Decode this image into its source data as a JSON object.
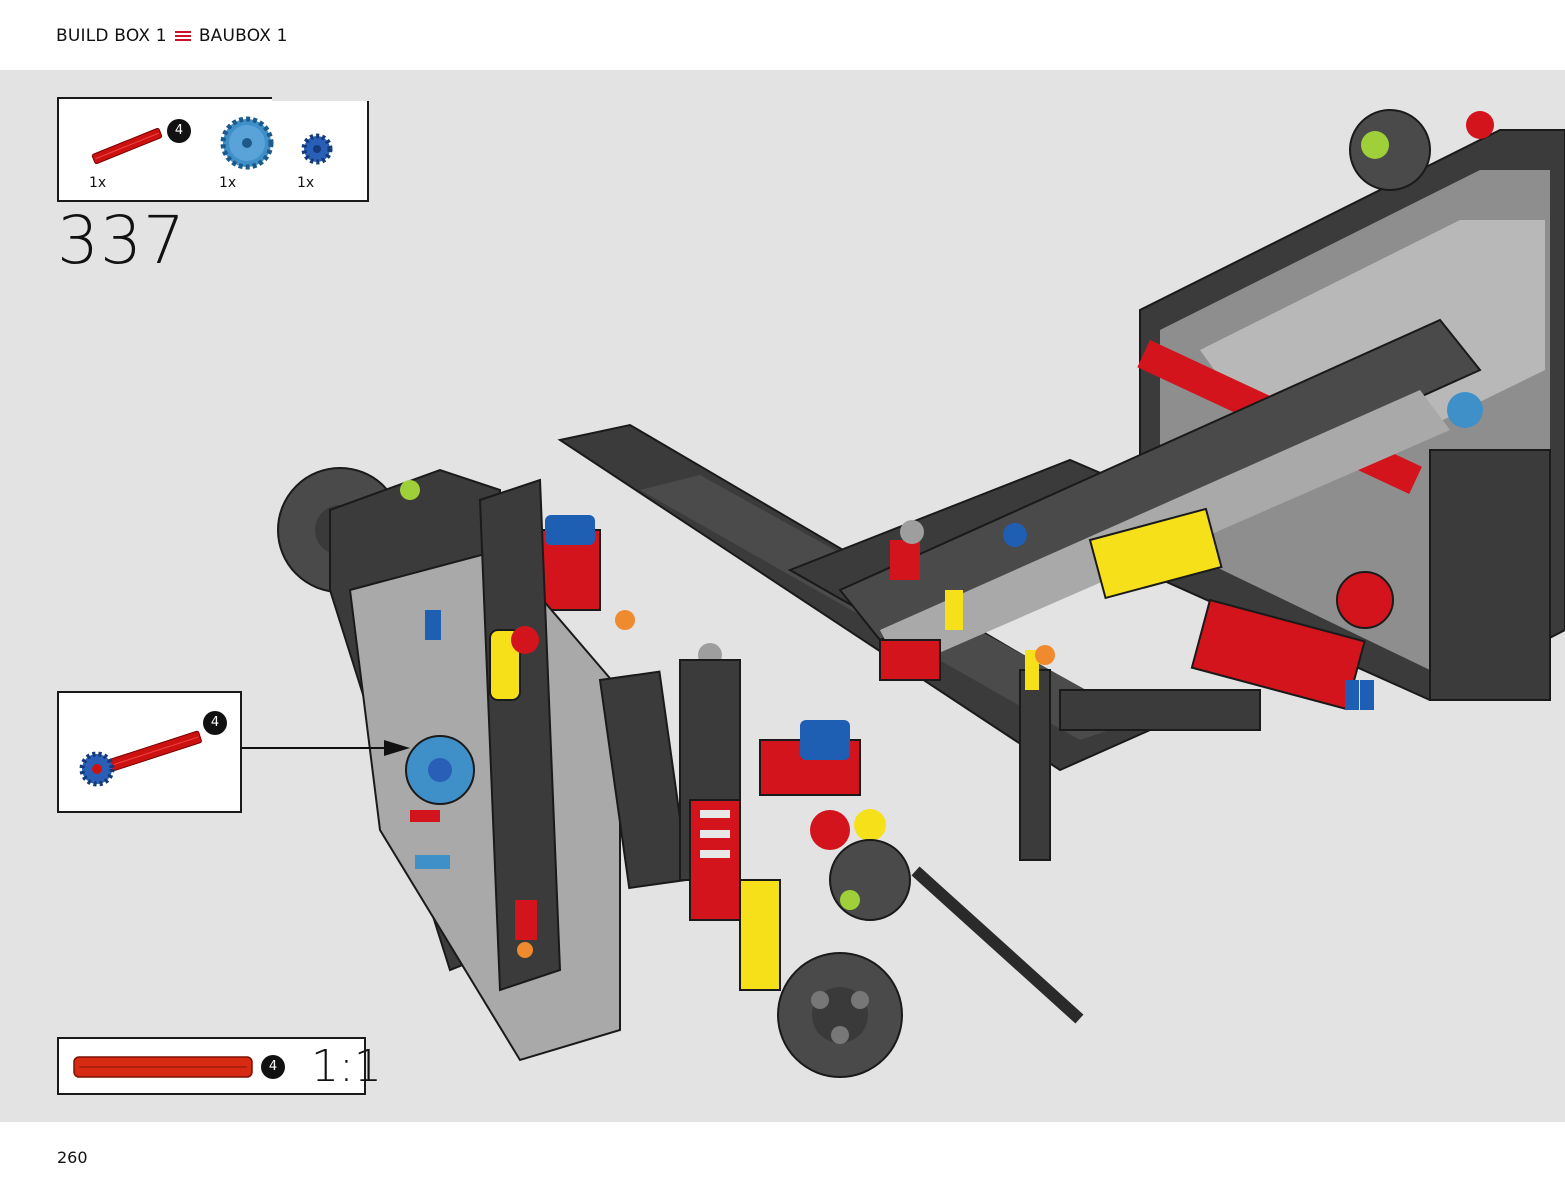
{
  "header": {
    "left_label": "BUILD BOX 1",
    "right_label": "BAUBOX 1",
    "separator_color": "#d0112b"
  },
  "step": {
    "number": "337",
    "parts": [
      {
        "name": "red-axle-4",
        "quantity": "1x",
        "length_badge": "4",
        "color": "#cc1111"
      },
      {
        "name": "medium-azure-gear-20-tooth",
        "quantity": "1x",
        "color": "#3f8fc9"
      },
      {
        "name": "blue-gear-12-tooth",
        "quantity": "1x",
        "color": "#2a5fb8"
      }
    ]
  },
  "subassembly": {
    "length_badge": "4",
    "axle_color": "#cc1111",
    "gear_color": "#2a5fb8"
  },
  "scale_reference": {
    "length_badge": "4",
    "ratio": "1:1",
    "color": "#d62a12"
  },
  "footer": {
    "page_number": "260"
  },
  "colors": {
    "background": "#e3e3e3",
    "frame_dark": "#3a3a3a",
    "beam_gray": "#a9a9a9",
    "red": "#d3141c",
    "yellow": "#f6e01a",
    "blue": "#1e5fb4",
    "azure": "#3f8fc9",
    "orange": "#f08a2e",
    "lime": "#9fd03a"
  }
}
